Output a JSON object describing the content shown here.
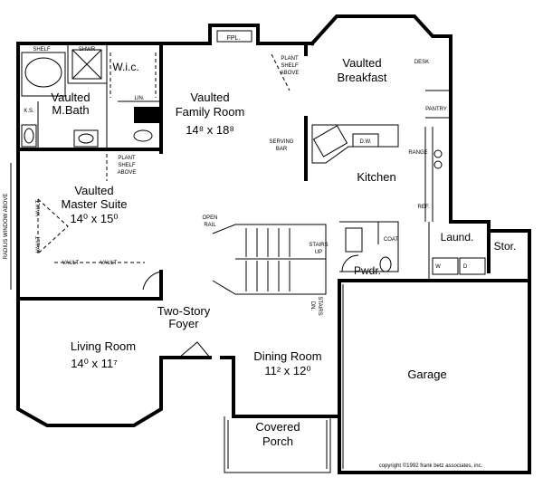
{
  "rooms": {
    "vaulted_family_room": {
      "line1": "Vaulted",
      "line2": "Family Room",
      "dims": "14⁸ x 18⁸"
    },
    "vaulted_breakfast": {
      "line1": "Vaulted",
      "line2": "Breakfast"
    },
    "kitchen": "Kitchen",
    "vaulted_m_bath": {
      "line1": "Vaulted",
      "line2": "M.Bath"
    },
    "wic": "W.i.c.",
    "vaulted_master_suite": {
      "line1": "Vaulted",
      "line2": "Master Suite",
      "dims": "14⁰ x 15⁰"
    },
    "two_story_foyer": {
      "line1": "Two-Story",
      "line2": "Foyer"
    },
    "living_room": {
      "name": "Living Room",
      "dims": "14⁰ x 11⁷"
    },
    "dining_room": {
      "name": "Dining Room",
      "dims": "11² x 12⁰"
    },
    "garage": "Garage",
    "covered_porch": {
      "line1": "Covered",
      "line2": "Porch"
    },
    "laundry": "Laund.",
    "storage": "Stor.",
    "powder": "Pwdr."
  },
  "labels": {
    "fpl": "FPL.",
    "shelf": "SHELF",
    "shwr": "SHWR",
    "lin": "LIN.",
    "ks": "K.S.",
    "plant_shelf_above_1": {
      "line1": "PLANT",
      "line2": "SHELF",
      "line3": "ABOVE"
    },
    "plant_shelf_above_2": {
      "line1": "PLANT",
      "line2": "SHELF",
      "line3": "ABOVE"
    },
    "desk": "DESK",
    "pantry": "PANTRY",
    "serving_bar": {
      "line1": "SERVING",
      "line2": "BAR"
    },
    "dw": "D.W.",
    "range": "RANGE",
    "ref": "REF.",
    "open_rail": {
      "line1": "OPEN",
      "line2": "RAIL"
    },
    "stairs_up": {
      "line1": "STAIRS",
      "line2": "UP"
    },
    "stairs_dn": {
      "line1": "STAIRS",
      "line2": "DN."
    },
    "coat": "COAT",
    "w": "W",
    "d": "D",
    "radius_window_above": "RADIUS WINDOW ABOVE",
    "vault_a": "VAULT",
    "vault_b": "VAULT",
    "vault_c": "VAULT",
    "vault_d": "VAULT",
    "copyright": "copyright ©1992 frank betz associates, inc."
  }
}
